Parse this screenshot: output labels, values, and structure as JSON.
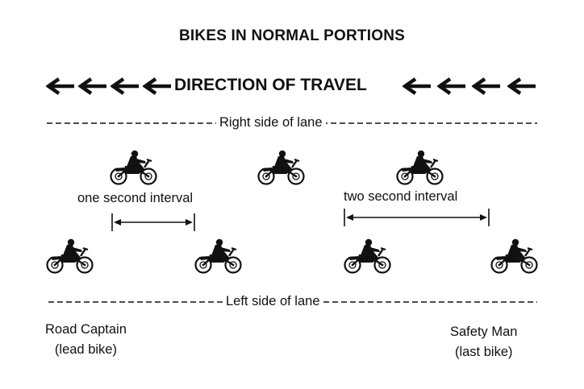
{
  "title": "BIKES IN NORMAL PORTIONS",
  "direction_label": "DIRECTION OF TRAVEL",
  "lanes": {
    "right": "Right side of lane",
    "left": "Left side of lane"
  },
  "intervals": {
    "one": "one second interval",
    "two": "two second interval"
  },
  "positions": {
    "lead": {
      "name": "Road Captain",
      "role": "(lead bike)"
    },
    "last": {
      "name": "Safety Man",
      "role": "(last bike)"
    }
  },
  "icons": {
    "arrow": "left-arrow-icon",
    "bike": "motorcycle-icon"
  },
  "colors": {
    "ink": "#111111",
    "background": "#ffffff"
  }
}
